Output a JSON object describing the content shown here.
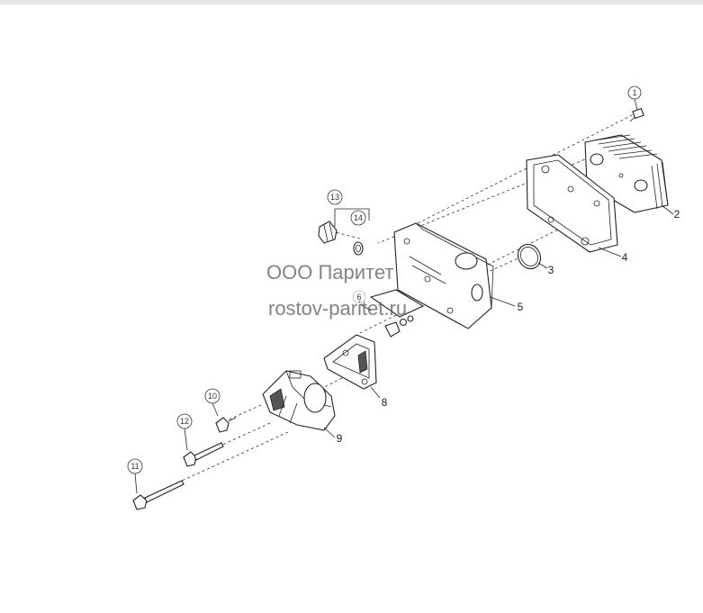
{
  "watermark": {
    "line1": "ООО Паритет",
    "line2": "rostov-paritet.ru"
  },
  "callouts": [
    "1",
    "13",
    "14",
    "6",
    "10",
    "12",
    "11"
  ],
  "labels": [
    "2",
    "4",
    "3",
    "5",
    "8",
    "9"
  ],
  "colors": {
    "background": "#ffffff",
    "line": "#222222",
    "watermark": "#5a5a5a"
  }
}
